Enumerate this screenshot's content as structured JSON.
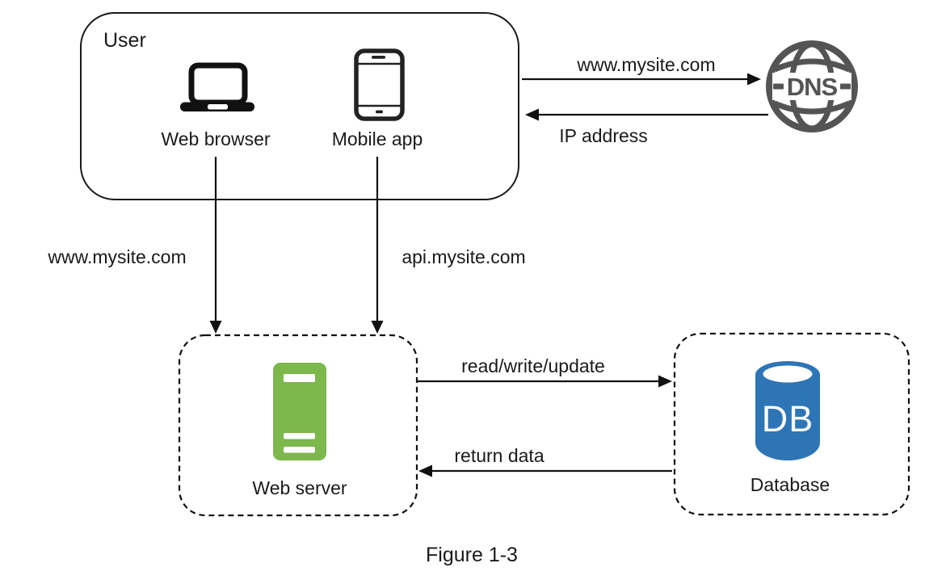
{
  "figure": {
    "caption": "Figure 1-3"
  },
  "colors": {
    "server_green": "#7CB84C",
    "database_blue": "#2E75B6",
    "dns_gray": "#545454",
    "line_black": "#111111"
  },
  "nodes": {
    "user_group": {
      "label": "User"
    },
    "web_browser": {
      "label": "Web browser",
      "icon": "laptop-icon"
    },
    "mobile_app": {
      "label": "Mobile app",
      "icon": "smartphone-icon"
    },
    "dns": {
      "label": "DNS",
      "icon": "globe-icon"
    },
    "web_server": {
      "label": "Web server",
      "icon": "server-tower-icon"
    },
    "database": {
      "label": "Database",
      "icon": "database-cylinder-icon",
      "icon_text": "DB"
    }
  },
  "edges": [
    {
      "id": "user-to-dns",
      "from": "User",
      "to": "DNS",
      "direction": "right",
      "label": "www.mysite.com"
    },
    {
      "id": "dns-to-user",
      "from": "DNS",
      "to": "User",
      "direction": "left",
      "label": "IP address"
    },
    {
      "id": "browser-to-webserver",
      "from": "Web browser",
      "to": "Web server",
      "direction": "down",
      "label": "www.mysite.com"
    },
    {
      "id": "app-to-webserver",
      "from": "Mobile app",
      "to": "Web server",
      "direction": "down",
      "label": "api.mysite.com"
    },
    {
      "id": "webserver-to-db",
      "from": "Web server",
      "to": "Database",
      "direction": "right",
      "label": "read/write/update"
    },
    {
      "id": "db-to-webserver",
      "from": "Database",
      "to": "Web server",
      "direction": "left",
      "label": "return data"
    }
  ]
}
